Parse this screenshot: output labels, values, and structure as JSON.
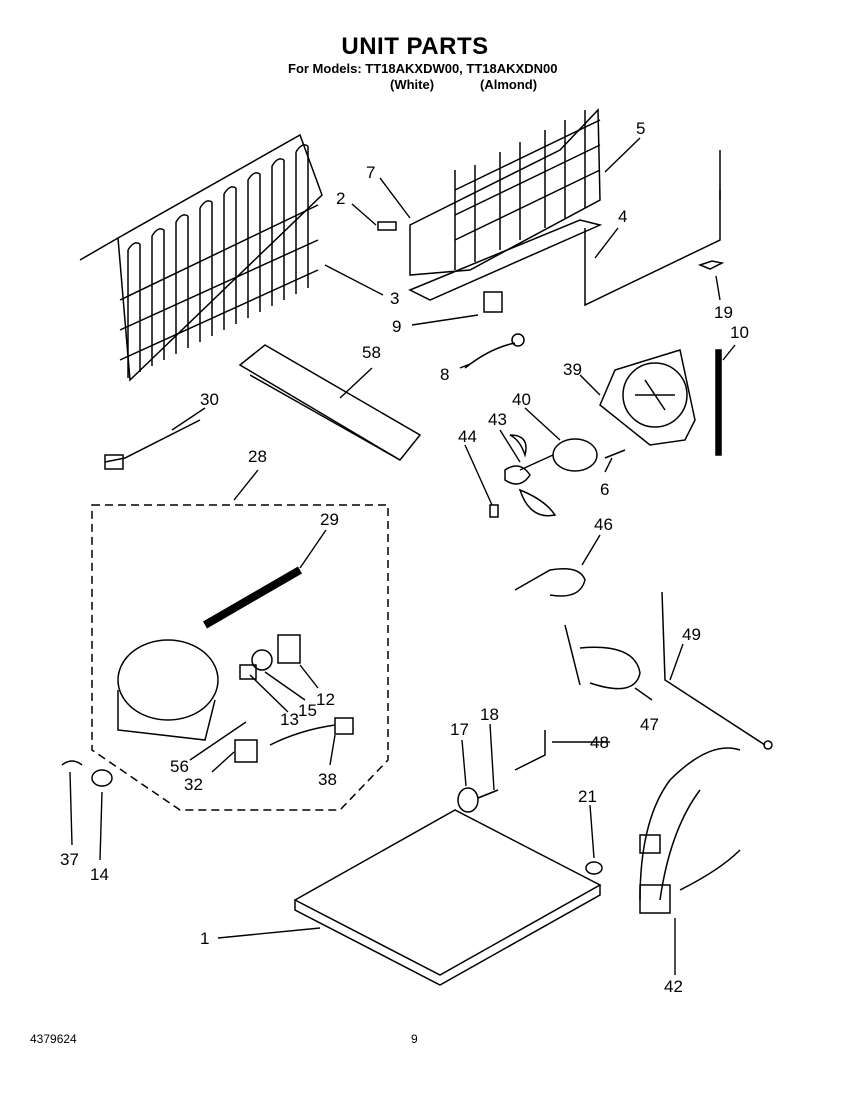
{
  "header": {
    "title": "UNIT PARTS",
    "models_line": "For Models: TT18AKXDW00, TT18AKXDN00",
    "color_white": "(White)",
    "color_almond": "(Almond)"
  },
  "footer": {
    "doc_number": "4379624",
    "page_number": "9"
  },
  "callouts": [
    "1",
    "2",
    "3",
    "4",
    "5",
    "6",
    "7",
    "8",
    "9",
    "10",
    "12",
    "13",
    "14",
    "15",
    "17",
    "18",
    "19",
    "21",
    "28",
    "29",
    "30",
    "32",
    "37",
    "38",
    "39",
    "40",
    "42",
    "43",
    "44",
    "46",
    "47",
    "48",
    "49",
    "56",
    "58"
  ]
}
